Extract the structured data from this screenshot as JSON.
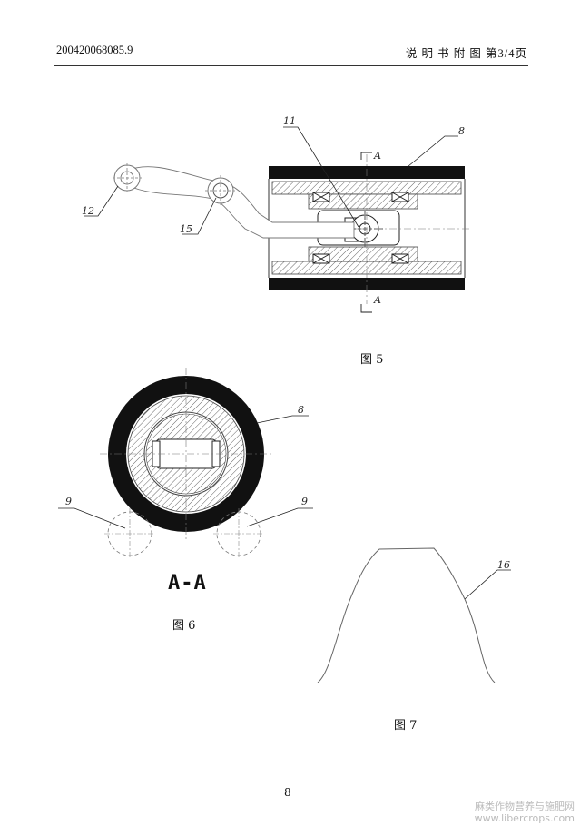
{
  "header": {
    "patent_number": "200420068085.9",
    "right_title": "说 明 书 附 图  第3/4页"
  },
  "figures": {
    "fig5": {
      "caption": "图 5",
      "labels": [
        "11",
        "8",
        "12",
        "15",
        "A",
        "A"
      ]
    },
    "fig6": {
      "caption": "图 6",
      "section_label": "A-A",
      "labels": [
        "8",
        "9",
        "9"
      ]
    },
    "fig7": {
      "caption": "图 7",
      "labels": [
        "16"
      ]
    }
  },
  "page_number": "8",
  "watermark": {
    "line1": "麻类作物营养与施肥网",
    "line2": "www.libercrops.com"
  }
}
